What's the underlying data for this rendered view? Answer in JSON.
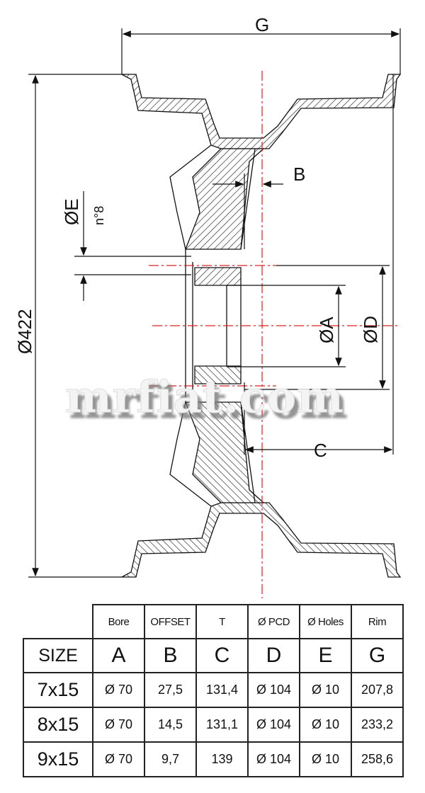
{
  "drawing": {
    "labels": {
      "rim_width": "G",
      "offset": "B",
      "hole_diameter": "ØE",
      "hole_count": "n°8",
      "bore": "ØA",
      "pcd": "ØD",
      "depth": "C",
      "outer_diameter": "Ø422"
    },
    "watermark": "mrfiat.com",
    "colors": {
      "line": "#111111",
      "centerline": "#e02020"
    }
  },
  "table": {
    "header_top": [
      "Bore",
      "OFFSET",
      "T",
      "Ø PCD",
      "Ø Holes",
      "Rim"
    ],
    "header_letters": [
      "SIZE",
      "A",
      "B",
      "C",
      "D",
      "E",
      "G"
    ],
    "rows": [
      [
        "7x15",
        "Ø 70",
        "27,5",
        "131,4",
        "Ø 104",
        "Ø 10",
        "207,8"
      ],
      [
        "8x15",
        "Ø 70",
        "14,5",
        "131,1",
        "Ø 104",
        "Ø 10",
        "233,2"
      ],
      [
        "9x15",
        "Ø 70",
        "9,7",
        "139",
        "Ø 104",
        "Ø 10",
        "258,6"
      ]
    ]
  }
}
